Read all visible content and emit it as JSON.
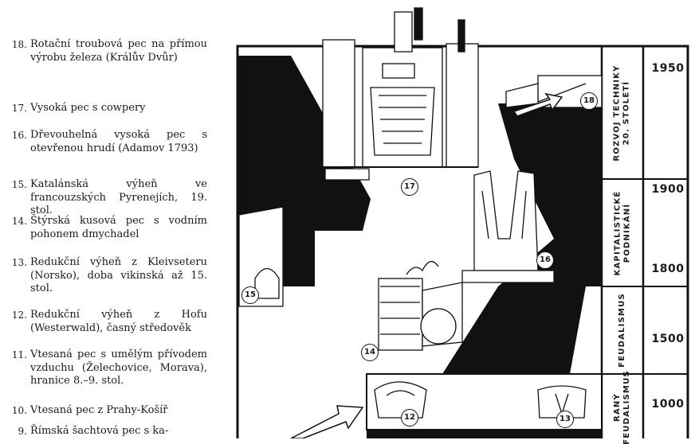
{
  "legend": [
    {
      "num": "18.",
      "text": "Rotační troubová pec na přímou výrobu železa (Králův Dvůr)"
    },
    {
      "num": "17.",
      "text": "Vysoká pec s cowpery"
    },
    {
      "num": "16.",
      "text": "Dřevouhelná vysoká pec s otevřenou hrudí (Adamov 1793)"
    },
    {
      "num": "15.",
      "text": "Katalánská výheň ve francouzských Pyrenejích, 19. stol."
    },
    {
      "num": "14.",
      "text": "Štýrská kusová pec s vodním pohonem dmychadel"
    },
    {
      "num": "13.",
      "text": "Redukční výheň z Kleivseteru (Norsko), doba vikinská až 15. stol."
    },
    {
      "num": "12.",
      "text": "Redukční výheň z Hofu (Westerwald), časný středověk"
    },
    {
      "num": "11.",
      "text": "Vtesaná pec s umělým přívodem vzduchu (Želechovice, Morava), hranice 8.–9. stol."
    },
    {
      "num": "10.",
      "text": "Vtesaná pec z Prahy-Košíř"
    },
    {
      "num": "9.",
      "text": "Římská šachtová pec s ka-"
    }
  ],
  "timeline": {
    "years": [
      "1950",
      "1900",
      "1800",
      "1500",
      "1000"
    ],
    "eras": [
      "ROZVOJ TECHNIKY\n20. STOLETÍ",
      "KAPITALISTICKÉ\nPODNIKÁNÍ",
      "FEUDALISMUS",
      "RANÝ\nFEUDALISMUS"
    ]
  },
  "badges": [
    "18",
    "17",
    "16",
    "15",
    "14",
    "13",
    "12"
  ],
  "colors": {
    "ink": "#111111",
    "paper": "#ffffff"
  }
}
